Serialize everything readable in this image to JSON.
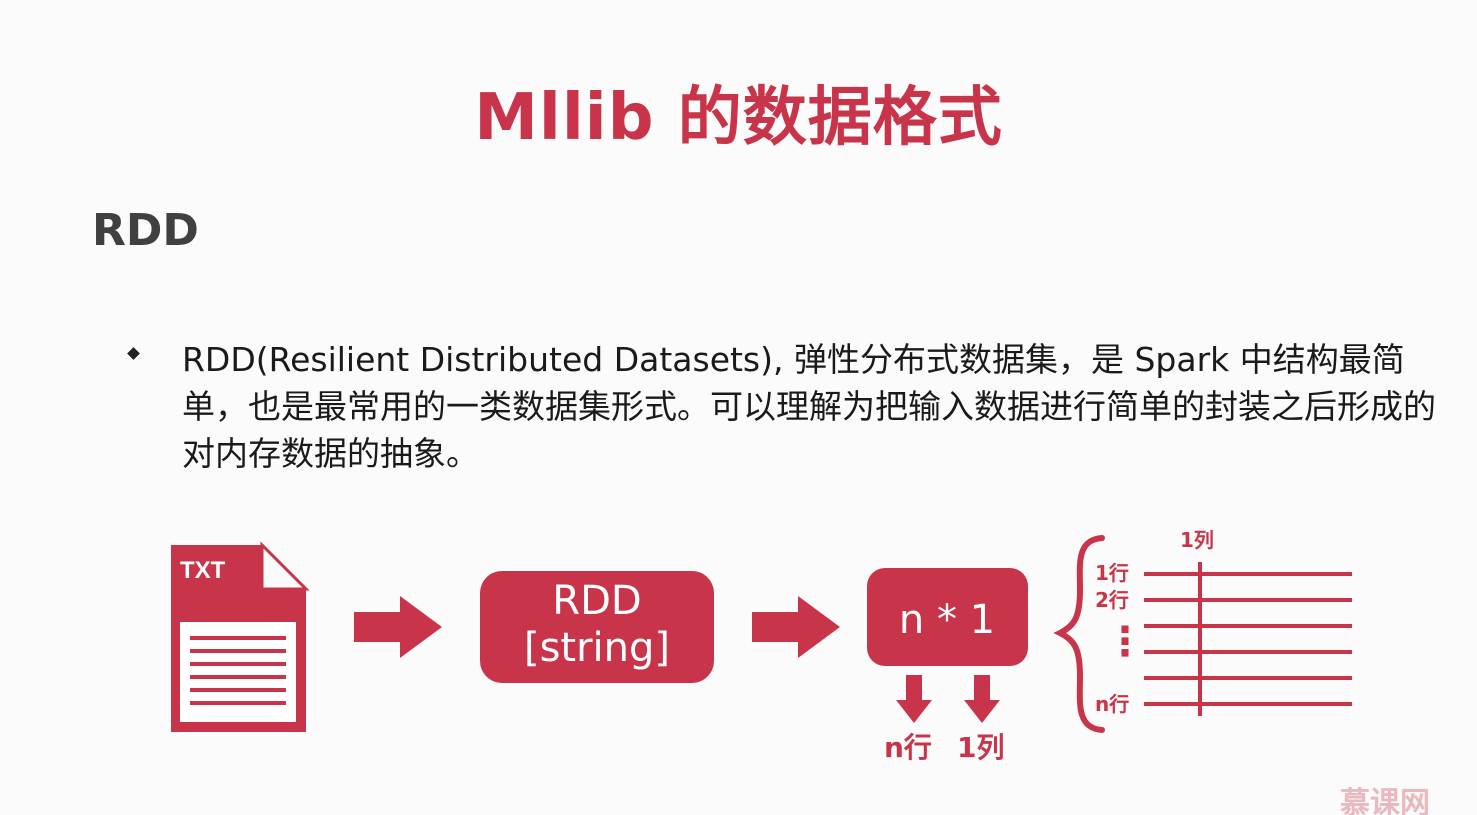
{
  "slide": {
    "title": "Mllib 的数据格式",
    "subtitle": "RDD",
    "bullet": "RDD(Resilient Distributed Datasets), 弹性分布式数据集，是 Spark 中结构最简单，也是最常用的一类数据集形式。可以理解为把输入数据进行简单的封装之后形成的对内存数据的抽象。"
  },
  "diagram": {
    "file_label": "TXT",
    "rdd_line1": "RDD",
    "rdd_line2": "[string]",
    "matrix_label": "n * 1",
    "rows_label": "n行",
    "cols_label": "1列",
    "table_col_label": "1列",
    "table_row_labels": [
      "1行",
      "2行",
      "n行"
    ],
    "ellipsis": "⋮"
  },
  "colors": {
    "accent": "#c8354a",
    "text": "#1a1a1a",
    "subtitle": "#404040"
  },
  "watermark": "慕课网"
}
